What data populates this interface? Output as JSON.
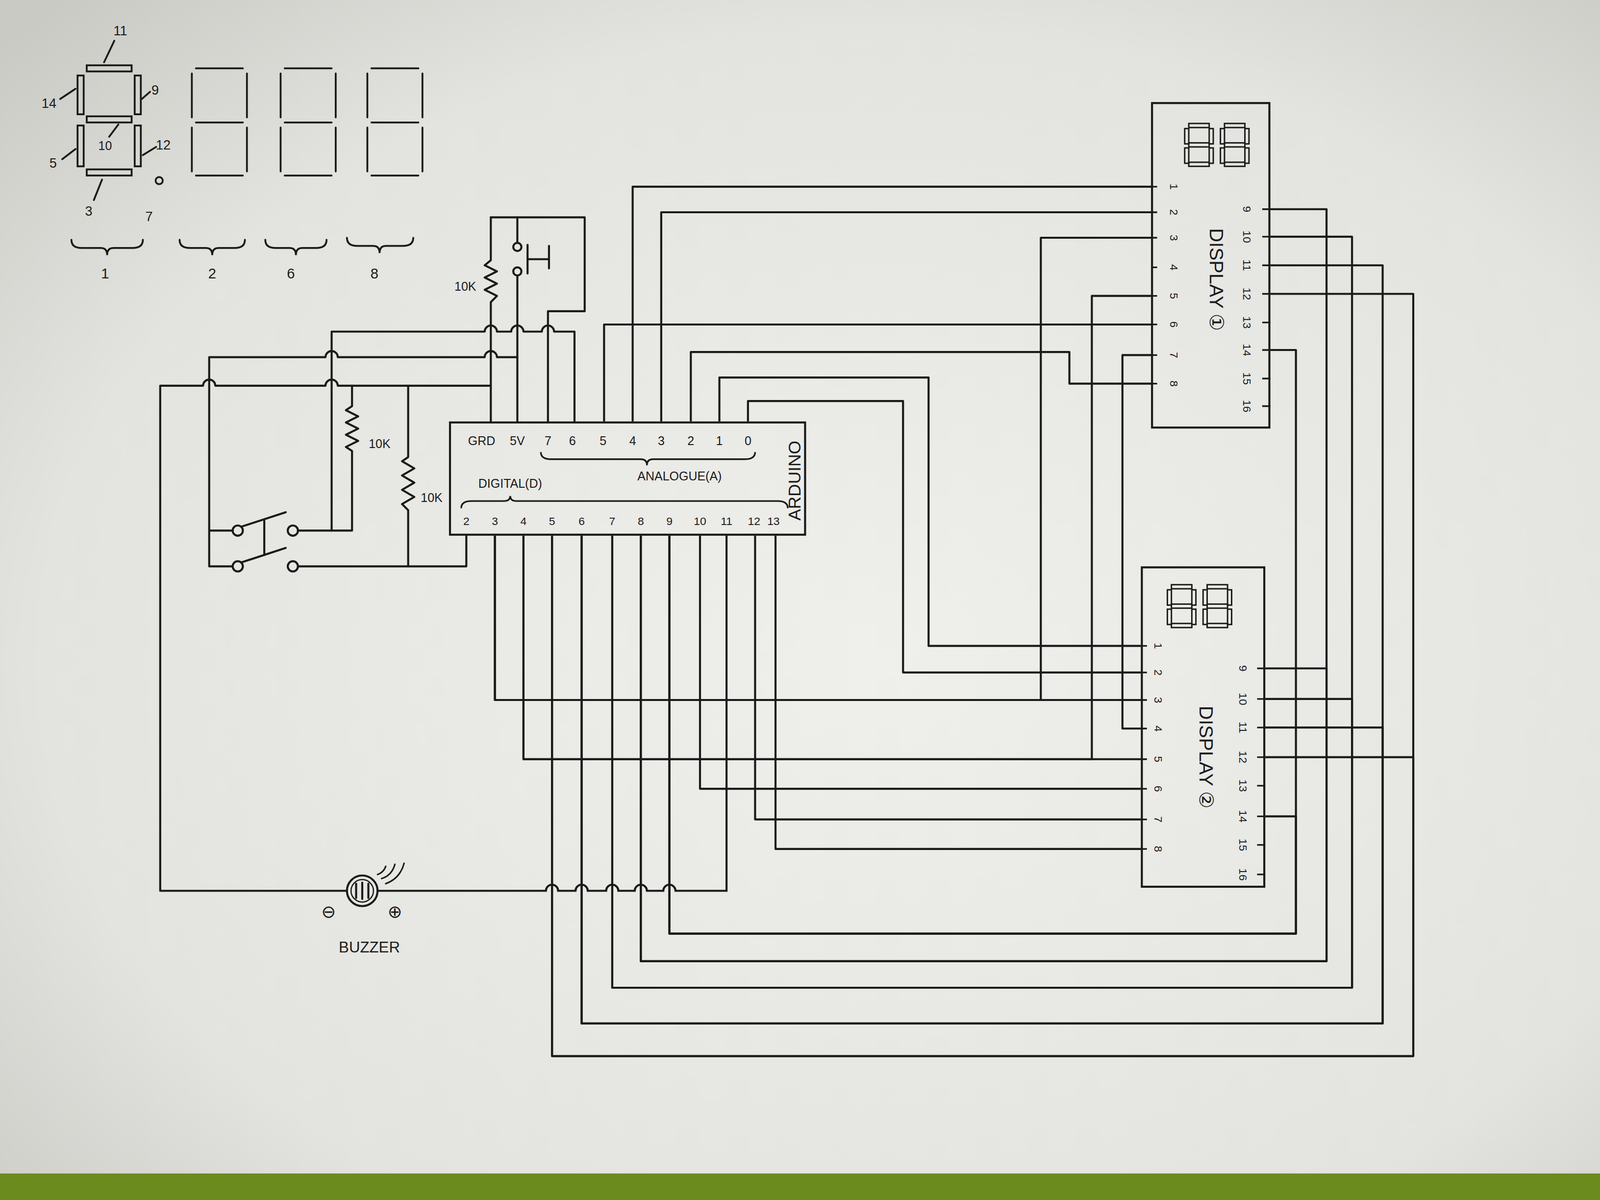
{
  "diagram": {
    "nodes": [
      {
        "text": [
          "DISPLAY ①"
        ]
      },
      {
        "text": [
          "ARDUINO"
        ]
      },
      {
        "text": [
          "DISPLAY ②"
        ]
      }
    ],
    "edges": [
      {
        "from": 1,
        "to": 0,
        "arrow": "none"
      },
      {
        "from": 1,
        "to": 0,
        "arrow": "none"
      },
      {
        "from": 1,
        "to": 0,
        "arrow": "none"
      },
      {
        "from": 1,
        "to": 0,
        "arrow": "none"
      },
      {
        "from": 1,
        "to": 2,
        "arrow": "none"
      },
      {
        "from": 1,
        "to": 2,
        "arrow": "none"
      },
      {
        "from": 1,
        "to": 2,
        "arrow": "none"
      },
      {
        "from": 1,
        "to": 0,
        "arrow": "none"
      },
      {
        "from": 1,
        "to": 2,
        "arrow": "none"
      },
      {
        "from": 1,
        "to": 0,
        "arrow": "none"
      },
      {
        "from": 1,
        "to": 2,
        "arrow": "none"
      },
      {
        "from": 1,
        "to": 2,
        "arrow": "none"
      },
      {
        "from": 1,
        "to": 2,
        "arrow": "none"
      },
      {
        "from": 0,
        "to": 2,
        "arrow": "none"
      },
      {
        "from": 1,
        "to": 2,
        "arrow": "none"
      },
      {
        "from": 1,
        "to": 0,
        "arrow": "none"
      },
      {
        "from": 1,
        "to": 2,
        "arrow": "none"
      },
      {
        "from": 1,
        "to": 0,
        "arrow": "none"
      },
      {
        "from": 1,
        "to": 2,
        "arrow": "none"
      },
      {
        "from": 1,
        "to": 0,
        "arrow": "none"
      },
      {
        "from": 1,
        "to": 2,
        "arrow": "none"
      },
      {
        "from": 1,
        "to": 0,
        "arrow": "none"
      },
      {
        "from": 1,
        "to": 2,
        "arrow": "none"
      },
      {
        "from": 1,
        "to": 0,
        "arrow": "none"
      }
    ],
    "labels": [
      "11",
      "14",
      "9",
      "10",
      "5",
      "12",
      "3",
      "7",
      "1",
      "2",
      "6",
      "8",
      "10K",
      "10K",
      "10K",
      "GRD",
      "5V",
      "7",
      "6",
      "5",
      "4",
      "3",
      "2",
      "1",
      "0",
      "ANALOGUE(A)",
      "DIGITAL(D)",
      "2",
      "3",
      "4",
      "5",
      "6",
      "7",
      "8",
      "9",
      "10",
      "11",
      "12",
      "13",
      "1",
      "2",
      "3",
      "4",
      "5",
      "6",
      "7",
      "8",
      "9",
      "10",
      "11",
      "12",
      "13",
      "14",
      "15",
      "16",
      "1",
      "2",
      "3",
      "4",
      "5",
      "6",
      "7",
      "8",
      "9",
      "10",
      "11",
      "12",
      "13",
      "14",
      "15",
      "16",
      "⊖",
      "⊕",
      "BUZZER"
    ]
  }
}
